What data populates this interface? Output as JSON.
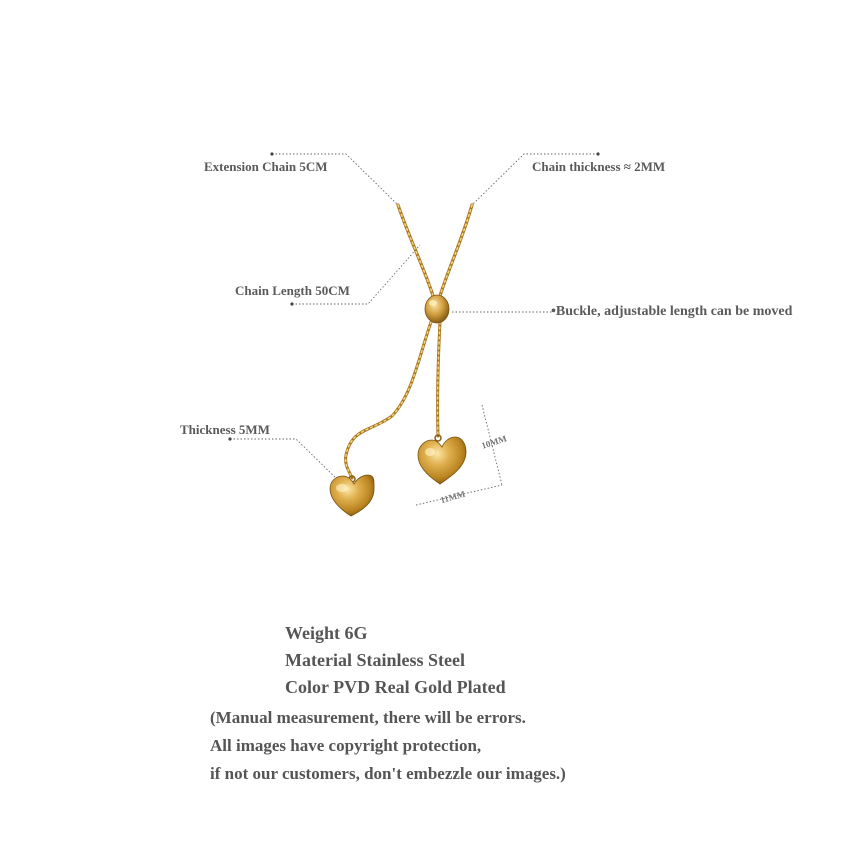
{
  "labels": {
    "extension_chain": "Extension Chain 5CM",
    "chain_thickness": "Chain thickness  ≈ 2MM",
    "chain_length": "Chain Length 50CM",
    "buckle": "•Buckle, adjustable length can be moved",
    "thickness": "Thickness 5MM",
    "height_dim": "10MM",
    "width_dim": "11MM"
  },
  "specs": {
    "weight": "Weight 6G",
    "material": "Material Stainless Steel",
    "color": "Color PVD Real Gold Plated"
  },
  "notes": {
    "line1": "(Manual measurement, there will be errors.",
    "line2": " All images have copyright protection,",
    "line3": "if not our customers, don't embezzle our images.)"
  },
  "colors": {
    "gold": "#c9952e",
    "gold_dark": "#8a5f14",
    "gold_light": "#f0cf7a",
    "leader_line": "#666666"
  }
}
